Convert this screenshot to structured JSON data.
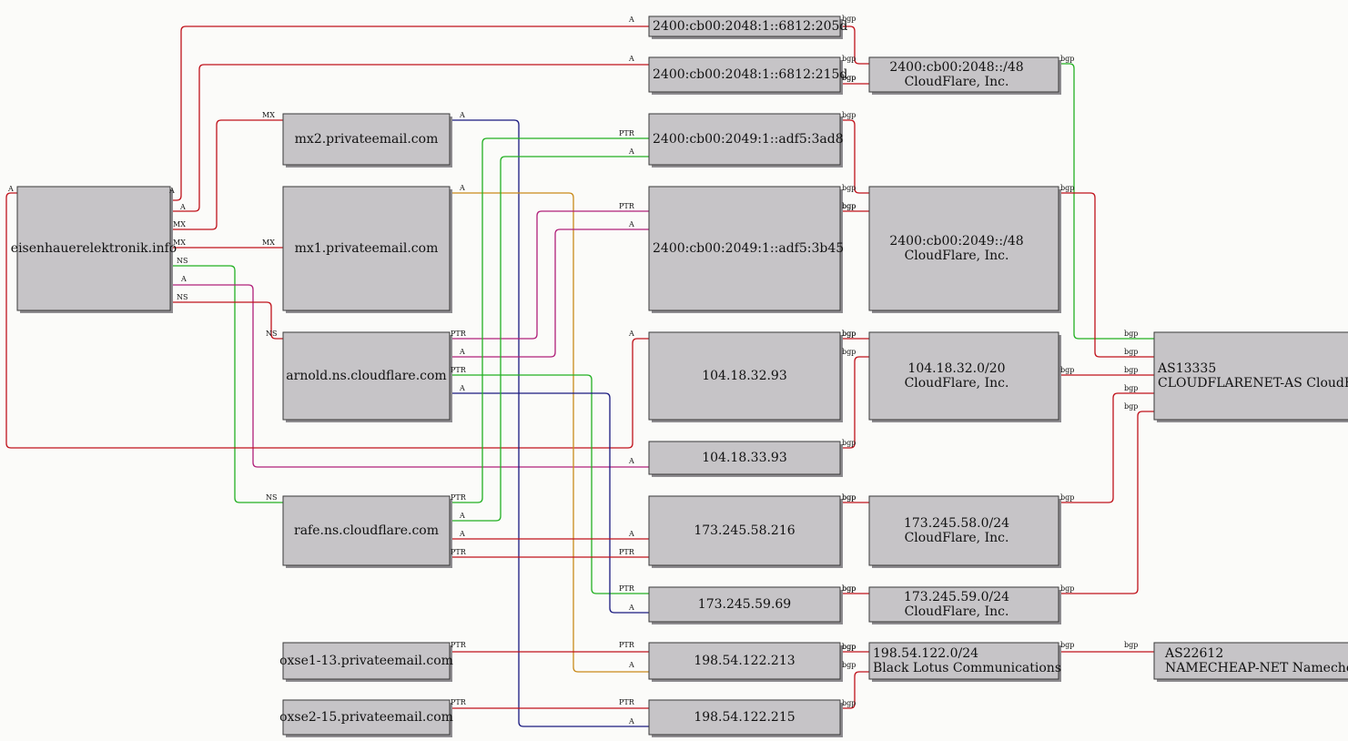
{
  "colors": {
    "red": "#c0121b",
    "green": "#22b022",
    "blue": "#1a1a80",
    "orange": "#c98a1a",
    "magenta": "#b0207a"
  },
  "nodes": [
    {
      "id": "domain",
      "lines": [
        "eisenhauerelektronik.info"
      ]
    },
    {
      "id": "mx2",
      "lines": [
        "mx2.privateemail.com"
      ]
    },
    {
      "id": "mx1",
      "lines": [
        "mx1.privateemail.com"
      ]
    },
    {
      "id": "arnold",
      "lines": [
        "arnold.ns.cloudflare.com"
      ]
    },
    {
      "id": "rafe",
      "lines": [
        "rafe.ns.cloudflare.com"
      ]
    },
    {
      "id": "oxse1",
      "lines": [
        "oxse1-13.privateemail.com"
      ]
    },
    {
      "id": "oxse2",
      "lines": [
        "oxse2-15.privateemail.com"
      ]
    },
    {
      "id": "v6_205d",
      "lines": [
        "2400:cb00:2048:1::6812:205d"
      ]
    },
    {
      "id": "v6_215d",
      "lines": [
        "2400:cb00:2048:1::6812:215d"
      ]
    },
    {
      "id": "v6_3ad8",
      "lines": [
        "2400:cb00:2049:1::adf5:3ad8"
      ]
    },
    {
      "id": "v6_3b45",
      "lines": [
        "2400:cb00:2049:1::adf5:3b45"
      ]
    },
    {
      "id": "ip_32_93",
      "lines": [
        "104.18.32.93"
      ]
    },
    {
      "id": "ip_33_93",
      "lines": [
        "104.18.33.93"
      ]
    },
    {
      "id": "ip_58_216",
      "lines": [
        "173.245.58.216"
      ]
    },
    {
      "id": "ip_59_69",
      "lines": [
        "173.245.59.69"
      ]
    },
    {
      "id": "ip_122_213",
      "lines": [
        "198.54.122.213"
      ]
    },
    {
      "id": "ip_122_215",
      "lines": [
        "198.54.122.215"
      ]
    },
    {
      "id": "pfx_2048",
      "lines": [
        "2400:cb00:2048::/48",
        "CloudFlare, Inc."
      ]
    },
    {
      "id": "pfx_2049",
      "lines": [
        "2400:cb00:2049::/48",
        "CloudFlare, Inc."
      ]
    },
    {
      "id": "pfx_104",
      "lines": [
        "104.18.32.0/20",
        "CloudFlare, Inc."
      ]
    },
    {
      "id": "pfx_58",
      "lines": [
        "173.245.58.0/24",
        "CloudFlare, Inc."
      ]
    },
    {
      "id": "pfx_59",
      "lines": [
        "173.245.59.0/24",
        "CloudFlare, Inc."
      ]
    },
    {
      "id": "pfx_198",
      "lines": [
        "198.54.122.0/24",
        "Black Lotus Communications"
      ]
    },
    {
      "id": "as13335",
      "lines": [
        "AS13335",
        "CLOUDFLARENET-AS CloudFlare, Inc."
      ]
    },
    {
      "id": "as22612",
      "lines": [
        "AS22612",
        "NAMECHEAP-NET Namecheap, Inc."
      ]
    }
  ],
  "edges": [
    {
      "id": "e1",
      "color": "red",
      "from": "domain",
      "to": "v6_205d",
      "labels": [
        "A",
        "A"
      ]
    },
    {
      "id": "e2",
      "color": "red",
      "from": "domain",
      "to": "v6_215d",
      "labels": [
        "A",
        "A"
      ]
    },
    {
      "id": "e3",
      "color": "red",
      "from": "domain",
      "to": "mx2",
      "labels": [
        "MX",
        "MX"
      ]
    },
    {
      "id": "e4",
      "color": "red",
      "from": "domain",
      "to": "mx1",
      "labels": [
        "MX",
        "MX"
      ]
    },
    {
      "id": "e5",
      "color": "green",
      "from": "domain",
      "to": "rafe",
      "labels": [
        "NS",
        "NS"
      ]
    },
    {
      "id": "e6",
      "color": "magenta",
      "from": "domain",
      "to": "ip_33_93",
      "labels": [
        "A",
        "A"
      ]
    },
    {
      "id": "e7",
      "color": "red",
      "from": "domain",
      "to": "arnold",
      "labels": [
        "NS",
        "NS"
      ]
    },
    {
      "id": "e8",
      "color": "red",
      "from": "domain",
      "to": "ip_32_93",
      "labels": [
        "A",
        "A"
      ]
    },
    {
      "id": "e9",
      "color": "blue",
      "from": "mx2",
      "to": "ip_122_215",
      "labels": [
        "A",
        "A"
      ]
    },
    {
      "id": "e10",
      "color": "orange",
      "from": "mx1",
      "to": "ip_122_213",
      "labels": [
        "A",
        "A"
      ]
    },
    {
      "id": "e11",
      "color": "magenta",
      "from": "arnold",
      "to": "v6_3b45",
      "labels": [
        "PTR",
        "PTR"
      ]
    },
    {
      "id": "e12",
      "color": "magenta",
      "from": "arnold",
      "to": "v6_3b45",
      "labels": [
        "A",
        "A"
      ]
    },
    {
      "id": "e13",
      "color": "green",
      "from": "arnold",
      "to": "ip_59_69",
      "labels": [
        "PTR",
        "PTR"
      ]
    },
    {
      "id": "e14",
      "color": "blue",
      "from": "arnold",
      "to": "ip_59_69",
      "labels": [
        "A",
        "A"
      ]
    },
    {
      "id": "e15",
      "color": "green",
      "from": "rafe",
      "to": "v6_3ad8",
      "labels": [
        "PTR",
        "PTR"
      ]
    },
    {
      "id": "e16",
      "color": "green",
      "from": "rafe",
      "to": "v6_3ad8",
      "labels": [
        "A",
        "A"
      ]
    },
    {
      "id": "e17",
      "color": "red",
      "from": "rafe",
      "to": "ip_58_216",
      "labels": [
        "A",
        "A"
      ]
    },
    {
      "id": "e18",
      "color": "red",
      "from": "rafe",
      "to": "ip_58_216",
      "labels": [
        "PTR",
        "PTR"
      ]
    },
    {
      "id": "e19",
      "color": "red",
      "from": "oxse1",
      "to": "ip_122_213",
      "labels": [
        "PTR",
        "PTR"
      ]
    },
    {
      "id": "e20",
      "color": "red",
      "from": "oxse2",
      "to": "ip_122_215",
      "labels": [
        "PTR",
        "PTR"
      ]
    },
    {
      "id": "e21",
      "color": "red",
      "from": "v6_205d",
      "to": "pfx_2048",
      "labels": [
        "bgp",
        "bgp"
      ]
    },
    {
      "id": "e22",
      "color": "red",
      "from": "v6_215d",
      "to": "pfx_2048",
      "labels": [
        "bgp",
        "bgp"
      ]
    },
    {
      "id": "e23",
      "color": "red",
      "from": "v6_3ad8",
      "to": "pfx_2049",
      "labels": [
        "bgp",
        "bgp"
      ]
    },
    {
      "id": "e24",
      "color": "red",
      "from": "v6_3b45",
      "to": "pfx_2049",
      "labels": [
        "bgp",
        "bgp"
      ]
    },
    {
      "id": "e25",
      "color": "red",
      "from": "ip_32_93",
      "to": "pfx_104",
      "labels": [
        "bgp",
        "bgp"
      ]
    },
    {
      "id": "e26",
      "color": "red",
      "from": "ip_33_93",
      "to": "pfx_104",
      "labels": [
        "bgp",
        "bgp"
      ]
    },
    {
      "id": "e27",
      "color": "red",
      "from": "ip_58_216",
      "to": "pfx_58",
      "labels": [
        "bgp",
        "bgp"
      ]
    },
    {
      "id": "e28",
      "color": "red",
      "from": "ip_59_69",
      "to": "pfx_59",
      "labels": [
        "bgp",
        "bgp"
      ]
    },
    {
      "id": "e29",
      "color": "red",
      "from": "ip_122_213",
      "to": "pfx_198",
      "labels": [
        "bgp",
        "bgp"
      ]
    },
    {
      "id": "e30",
      "color": "red",
      "from": "ip_122_215",
      "to": "pfx_198",
      "labels": [
        "bgp",
        "bgp"
      ]
    },
    {
      "id": "e31",
      "color": "green",
      "from": "pfx_2048",
      "to": "as13335",
      "labels": [
        "bgp",
        "bgp"
      ]
    },
    {
      "id": "e32",
      "color": "red",
      "from": "pfx_2049",
      "to": "as13335",
      "labels": [
        "bgp",
        "bgp"
      ]
    },
    {
      "id": "e33",
      "color": "red",
      "from": "pfx_104",
      "to": "as13335",
      "labels": [
        "bgp",
        "bgp"
      ]
    },
    {
      "id": "e34",
      "color": "red",
      "from": "pfx_58",
      "to": "as13335",
      "labels": [
        "bgp",
        "bgp"
      ]
    },
    {
      "id": "e35",
      "color": "red",
      "from": "pfx_59",
      "to": "as13335",
      "labels": [
        "bgp",
        "bgp"
      ]
    },
    {
      "id": "e36",
      "color": "red",
      "from": "pfx_198",
      "to": "as22612",
      "labels": [
        "bgp",
        "bgp"
      ]
    }
  ]
}
